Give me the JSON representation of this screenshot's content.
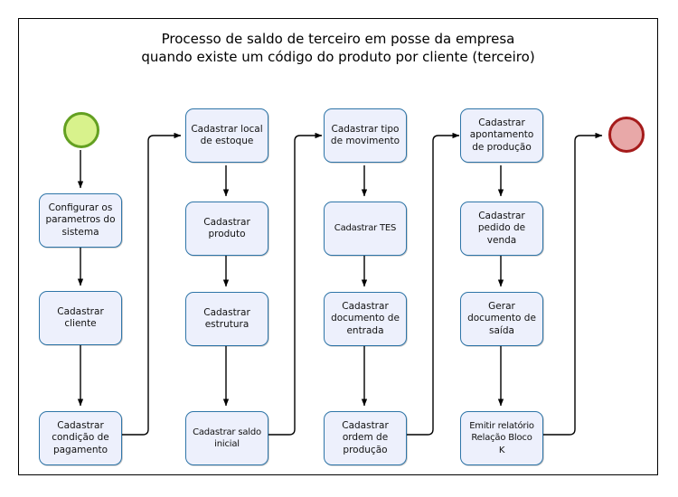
{
  "diagram": {
    "title": "Processo de saldo de terceiro em posse da empresa\nquando existe um código do produto por cliente (terceiro)",
    "colors": {
      "node_fill": "#edf0fc",
      "node_border": "#2e75a8",
      "start_fill": "#d8f28c",
      "start_border": "#63a021",
      "end_fill": "#e8a8a8",
      "end_border": "#a51b1b",
      "edge": "#000000",
      "frame": "#000000"
    },
    "start_event": {
      "label": "",
      "shape": "circle",
      "type": "start"
    },
    "end_event": {
      "label": "",
      "shape": "circle",
      "type": "end"
    },
    "columns": [
      {
        "id": "col-1",
        "nodes": [
          {
            "id": "configurar-parametros",
            "label": "Configurar os\nparametros do\nsistema"
          },
          {
            "id": "cadastrar-cliente",
            "label": "Cadastrar\ncliente"
          },
          {
            "id": "cadastrar-condicao-pagamento",
            "label": "Cadastrar\ncondição de\npagamento"
          }
        ]
      },
      {
        "id": "col-2",
        "nodes": [
          {
            "id": "cadastrar-local-estoque",
            "label": "Cadastrar local\nde estoque"
          },
          {
            "id": "cadastrar-produto",
            "label": "Cadastrar\nproduto"
          },
          {
            "id": "cadastrar-estrutura",
            "label": "Cadastrar\nestrutura"
          },
          {
            "id": "cadastrar-saldo-inicial",
            "label": "Cadastrar saldo\ninicial"
          }
        ]
      },
      {
        "id": "col-3",
        "nodes": [
          {
            "id": "cadastrar-tipo-movimento",
            "label": "Cadastrar tipo\nde movimento"
          },
          {
            "id": "cadastrar-tes",
            "label": "Cadastrar TES"
          },
          {
            "id": "cadastrar-documento-entrada",
            "label": "Cadastrar\ndocumento de\nentrada"
          },
          {
            "id": "cadastrar-ordem-producao",
            "label": "Cadastrar\nordem de\nprodução"
          }
        ]
      },
      {
        "id": "col-4",
        "nodes": [
          {
            "id": "cadastrar-apontamento-producao",
            "label": "Cadastrar\napontamento\nde produção"
          },
          {
            "id": "cadastrar-pedido-venda",
            "label": "Cadastrar\npedido de\nvenda"
          },
          {
            "id": "gerar-documento-saida",
            "label": "Gerar\ndocumento de\nsaída"
          },
          {
            "id": "emitir-relatorio-bloco-k",
            "label": "Emitir relatório\nRelação Bloco\nK"
          }
        ]
      }
    ]
  }
}
